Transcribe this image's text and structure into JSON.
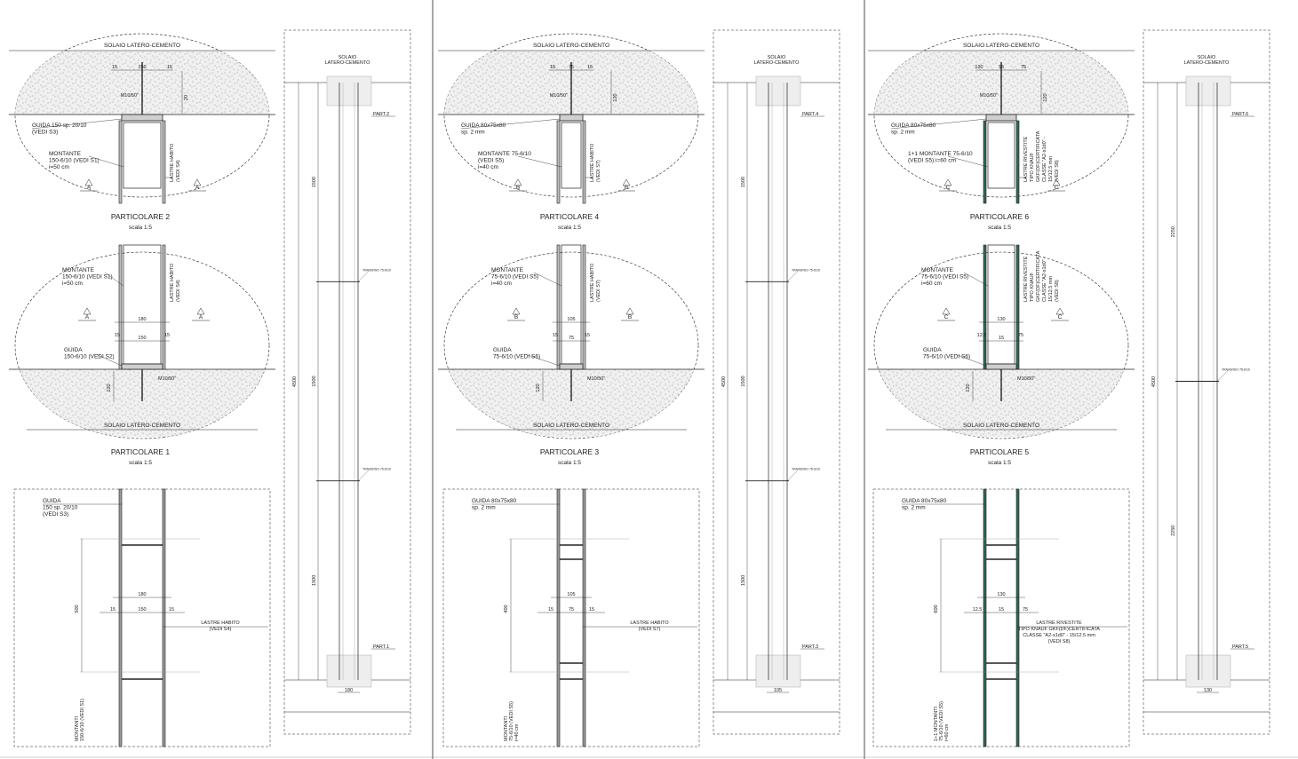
{
  "panels": [
    {
      "detail_top": {
        "title": "PARTICOLARE 2",
        "scale": "scala 1:5",
        "slab": "SOLAIO LATERO-CEMENTO",
        "anchor": "M10/50\"",
        "guide": [
          "GUIDA  150 sp. 20/10",
          "(VEDI S3)"
        ],
        "stud": [
          "MONTANTE",
          "150-6/10 (VEDI S1)",
          "i=50 cm"
        ],
        "boards": [
          "LASTRE HABITO",
          "(VEDI S4)"
        ],
        "section": "A",
        "dims": [
          "15",
          "150",
          "15",
          "20",
          "20"
        ]
      },
      "detail_bottom": {
        "title": "PARTICOLARE 1",
        "scale": "scala 1:5",
        "slab": "SOLAIO LATERO-CEMENTO",
        "anchor": "M10/50\"",
        "guide": [
          "GUIDA",
          "150-6/10 (VEDI S2)"
        ],
        "stud": [
          "MONTANTE",
          "150-6/10 (VEDI S1)",
          "i=50 cm"
        ],
        "boards": [
          "LASTRE HABITO",
          "(VEDI S4)"
        ],
        "section": "A",
        "dims": [
          "180",
          "15",
          "150",
          "15",
          "120"
        ]
      },
      "section_bottom": {
        "guide": [
          "GUIDA",
          "150 sp. 20/10",
          "(VEDI S3)"
        ],
        "boards": [
          "LASTRE HABITO",
          "(VEDI S4)"
        ],
        "studs": "MONTANTI",
        "studs_ref": "150-6/10 (VEDI S1)",
        "dims": [
          "180",
          "15",
          "150",
          "15",
          "500"
        ]
      },
      "elevation": {
        "slab": [
          "SOLAIO",
          "LATERO-CEMENTO"
        ],
        "part_top": "PART.2",
        "part_bottom": "PART.1",
        "total": "4500",
        "segments": [
          "1500",
          "1500",
          "1500"
        ],
        "base": "180",
        "note": "TRAVERSO 75-6/10"
      }
    },
    {
      "detail_top": {
        "title": "PARTICOLARE 4",
        "scale": "scala 1:5",
        "slab": "SOLAIO LATERO-CEMENTO",
        "anchor": "M10/50\"",
        "guide": [
          "GUIDA  80x75x80",
          "sp. 2 mm"
        ],
        "stud": [
          "MONTANTE 75-6/10",
          "(VEDI S5)",
          "i=40 cm"
        ],
        "boards": [
          "LASTRE HABITO",
          "(VEDI S7)"
        ],
        "section": "B",
        "dims": [
          "15",
          "75",
          "15",
          "120"
        ]
      },
      "detail_bottom": {
        "title": "PARTICOLARE 3",
        "scale": "scala 1:5",
        "slab": "SOLAIO LATERO-CEMENTO",
        "anchor": "M10/50\"",
        "guide": [
          "GUIDA",
          "75-6/10 (VEDI S6)"
        ],
        "stud": [
          "MONTANTE",
          "75-6/10 (VEDI S5)",
          "i=40 cm"
        ],
        "boards": [
          "LASTRE HABITO",
          "(VEDI S7)"
        ],
        "section": "B",
        "dims": [
          "105",
          "15",
          "75",
          "15",
          "120"
        ]
      },
      "section_bottom": {
        "guide": [
          "GUIDA  80x75x80",
          "sp. 2 mm"
        ],
        "boards": [
          "LASTRE HABITO",
          "(VEDI S7)"
        ],
        "studs": "MONTANTI",
        "studs_ref": "75-6/10 (VEDI S5)",
        "studs_int": "i=40 cm",
        "dims": [
          "105",
          "15",
          "75",
          "15",
          "400"
        ]
      },
      "elevation": {
        "slab": [
          "SOLAIO",
          "LATERO-CEMENTO"
        ],
        "part_top": "PART.4",
        "part_bottom": "PART.3",
        "total": "4500",
        "segments": [
          "1500",
          "1500",
          "1500"
        ],
        "base": "105",
        "note": "TRAVERSO 75-6/10"
      }
    },
    {
      "detail_top": {
        "title": "PARTICOLARE 6",
        "scale": "scala 1:5",
        "slab": "SOLAIO LATERO-CEMENTO",
        "anchor": "M10/50\"",
        "guide": [
          "GUIDA  80x75x80",
          "sp. 2 mm"
        ],
        "stud": [
          "1+1 MONTANTE 75-6/10",
          "(VEDI S5) i=60 cm"
        ],
        "boards": [
          "LASTRE RIVESTITE",
          "TIPO KNAUF",
          "GKF(DF)CERTIFICATA",
          "CLASSE \"A2-s1d0\" -",
          "15/12.5 mm",
          "(VEDI S8)"
        ],
        "section": "C",
        "dims": [
          "130",
          "15",
          "75",
          "15",
          "12.5",
          "12.5",
          "120"
        ]
      },
      "detail_bottom": {
        "title": "PARTICOLARE 5",
        "scale": "scala 1:5",
        "slab": "SOLAIO LATERO-CEMENTO",
        "anchor": "M10/50\"",
        "guide": [
          "GUIDA",
          "75-6/10 (VEDI S6)"
        ],
        "stud": [
          "MONTANTE",
          "75-6/10 (VEDI S5)",
          "i=60 cm"
        ],
        "boards": [
          "LASTRE RIVESTITE",
          "TIPO KNAUF",
          "GKF(DF)CERTIFICATA",
          "CLASSE \"A2-s1d0\" -",
          "15/12.5 mm",
          "(VEDI S8)"
        ],
        "section": "C",
        "dims": [
          "130",
          "12.5",
          "15",
          "75",
          "15",
          "12.5",
          "120"
        ]
      },
      "section_bottom": {
        "guide": [
          "GUIDA  80x75x80",
          "sp. 2 mm"
        ],
        "boards": [
          "LASTRE  RIVESTITE",
          "TIPO KNAUF GKF(DF)CERTIFICATA",
          "CLASSE \"A2-s1d0\" - 15/12.5 mm",
          "(VEDI S8)"
        ],
        "studs": "1+1 MONTANTI",
        "studs_ref": "75-6/10 (VEDI S5)",
        "studs_int": "i=60 cm",
        "dims": [
          "130",
          "12.5",
          "15",
          "75",
          "15",
          "12.5",
          "600"
        ]
      },
      "elevation": {
        "slab": [
          "SOLAIO",
          "LATERO-CEMENTO"
        ],
        "part_top": "PART.6",
        "part_bottom": "PART.5",
        "total": "4500",
        "segments": [
          "2250",
          "2250"
        ],
        "base": "130",
        "note": "TRAVERSO 75-6/10"
      }
    }
  ],
  "colors": {
    "line": "#222222",
    "faint": "#9a9a9a",
    "board_fire": "#2e6b57",
    "concrete_fill": "#eeeeee"
  }
}
